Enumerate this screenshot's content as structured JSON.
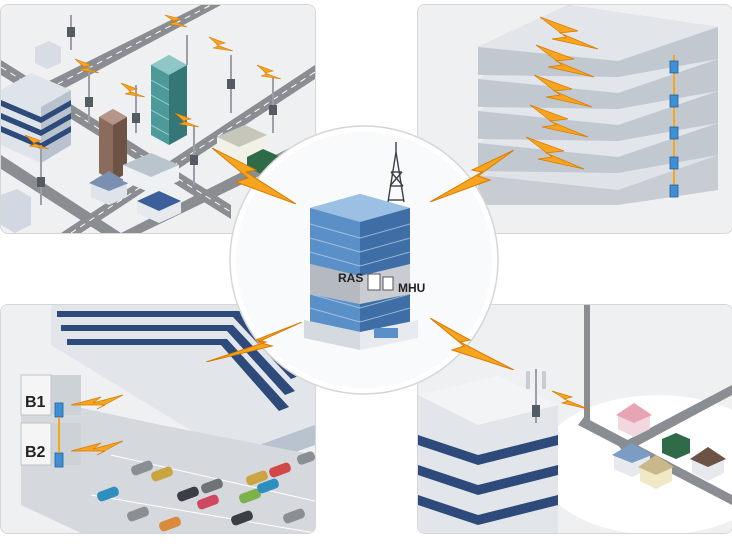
{
  "labels": {
    "ras": "RAS",
    "mhu": "MHU",
    "b1": "B1",
    "b2": "B2"
  },
  "colors": {
    "bolt": "#f7a51e",
    "bolt_edge": "#d97a00",
    "glass": "#5b8fc7",
    "building_light": "#e7ebef",
    "road": "#8a8d91",
    "panel_bg": "#f4f4f4"
  },
  "icons": [
    "lightning-bolt-icon",
    "antenna-tower-icon",
    "remote-unit-icon",
    "car-icon"
  ]
}
